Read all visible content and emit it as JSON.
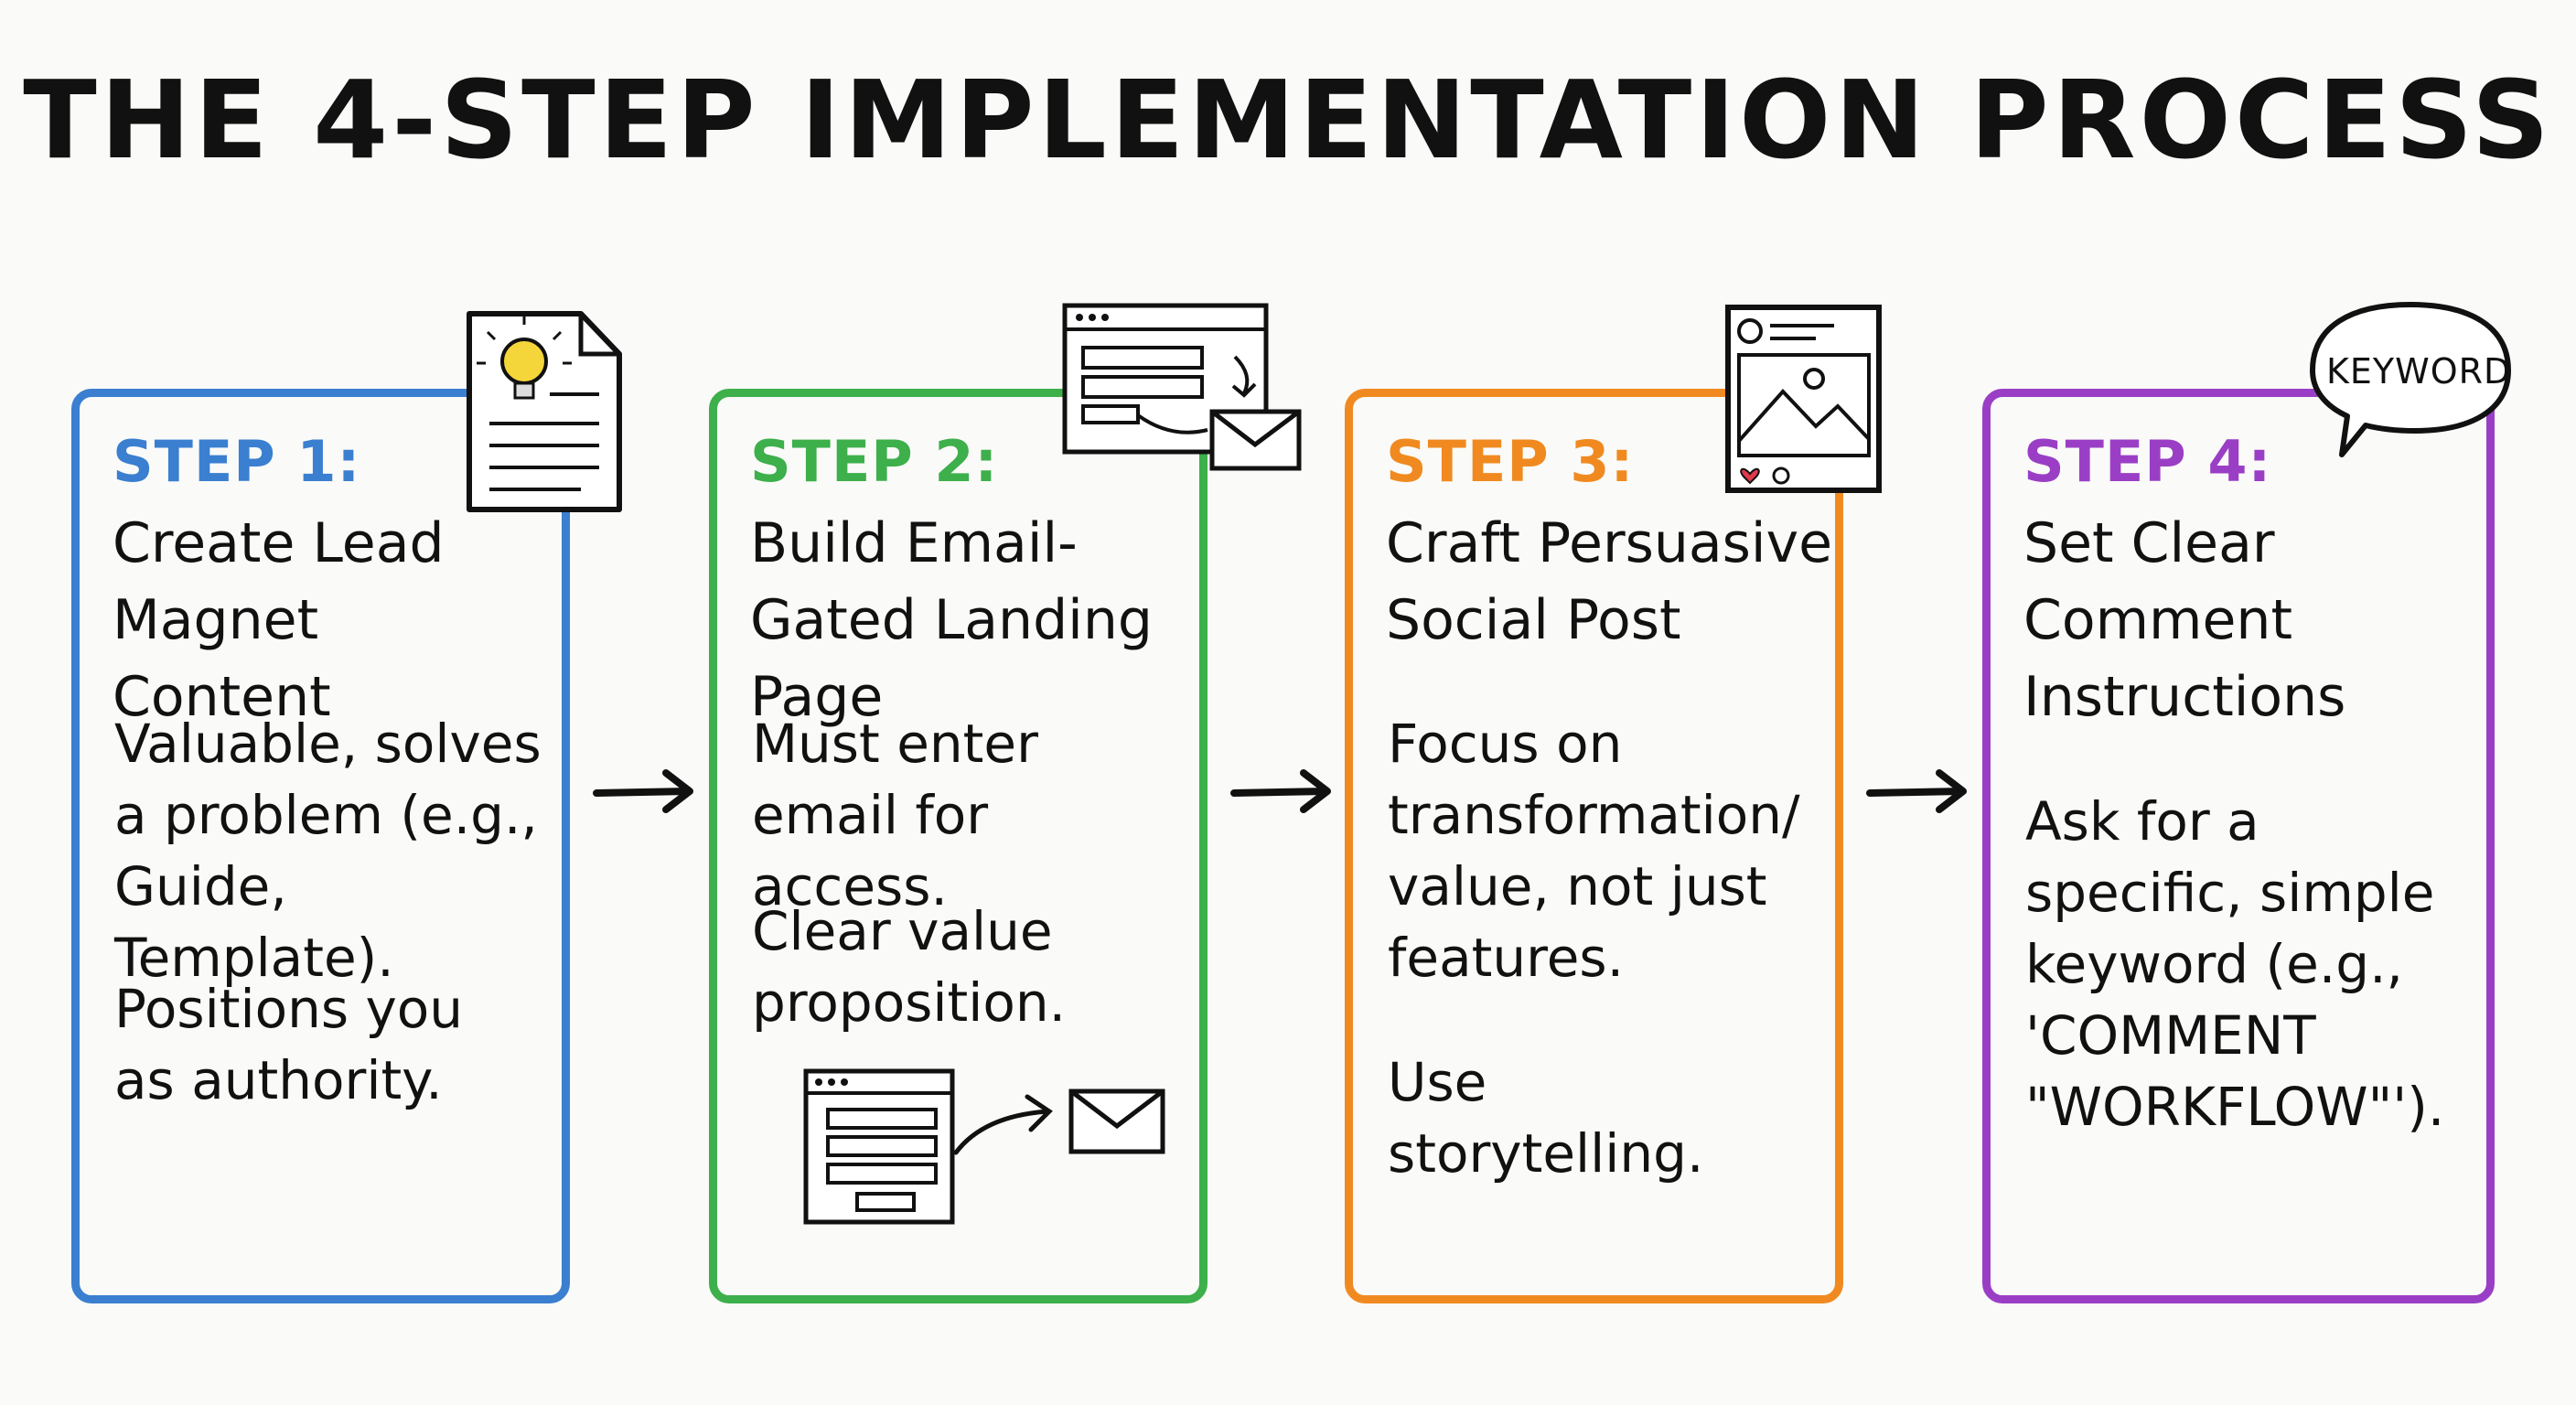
{
  "title": "THE 4-STEP IMPLEMENTATION PROCESS",
  "colors": {
    "step1": "#3a7fd0",
    "step2": "#3daf4b",
    "step3": "#f08a20",
    "step4": "#9a3fc5",
    "ink": "#111111"
  },
  "steps": [
    {
      "label": "STEP 1:",
      "heading": "Create Lead Magnet Content",
      "desc1": "Valuable, solves a problem (e.g., Guide, Template).",
      "desc2": "Positions you as authority.",
      "icon": "document-lightbulb-icon"
    },
    {
      "label": "STEP 2:",
      "heading": "Build Email-Gated Landing Page",
      "desc1": "Must enter email for access.",
      "desc2": "Clear value proposition.",
      "icon": "form-to-email-icon"
    },
    {
      "label": "STEP 3:",
      "heading": "Craft Persuasive Social Post",
      "desc1": "Focus on transformation/ value, not just features.",
      "desc2": "Use storytelling.",
      "icon": "social-post-icon"
    },
    {
      "label": "STEP 4:",
      "heading": "Set Clear Comment Instructions",
      "desc1": "Ask for a specific, simple keyword (e.g., 'COMMENT \"WORKFLOW\"').",
      "icon": "speech-bubble-icon",
      "bubble": "KEYWORD"
    }
  ]
}
